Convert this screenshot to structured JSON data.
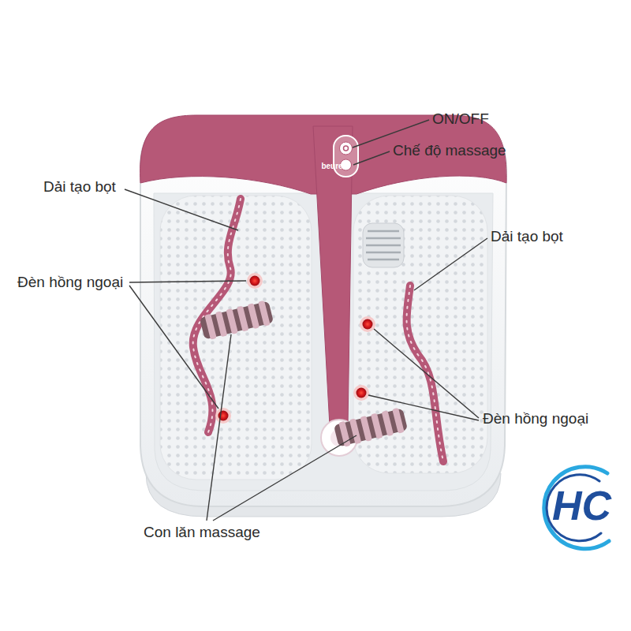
{
  "diagram": {
    "labels": [
      "ON/OFF",
      "Chế độ massage",
      "Dải tạo bọt",
      "Đèn hồng ngoại",
      "Dải tạo bọt",
      "Đèn hồng ngoại",
      "Con lăn massage",
      "beurer",
      "HC"
    ]
  }
}
